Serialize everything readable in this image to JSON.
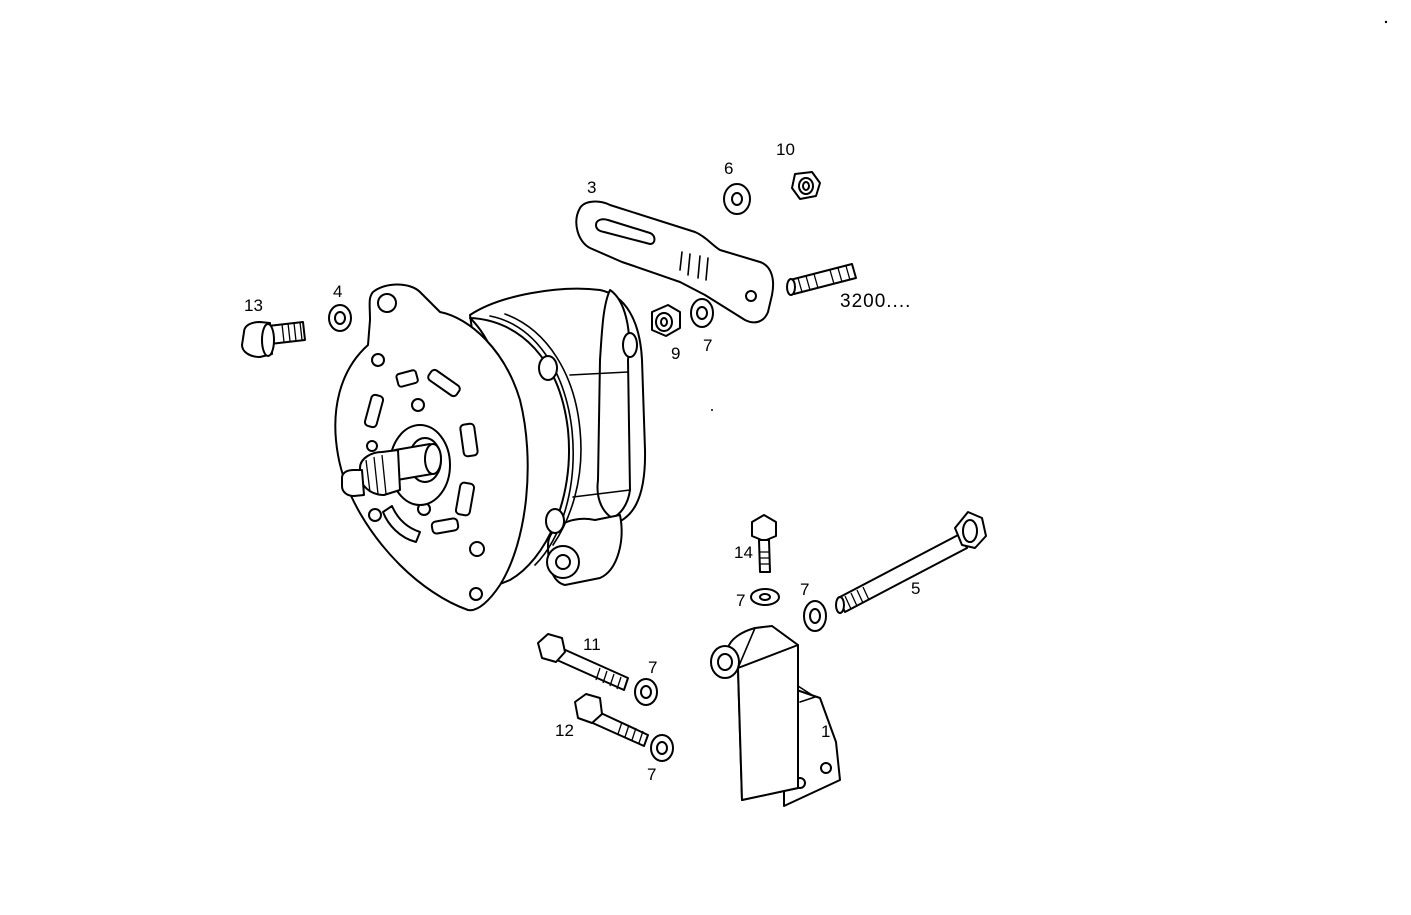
{
  "callouts": {
    "c1": "1",
    "c3": "3",
    "c4": "4",
    "c5": "5",
    "c6": "6",
    "c7a": "7",
    "c7b": "7",
    "c7c": "7",
    "c7d": "7",
    "c7e": "7",
    "c9": "9",
    "c10": "10",
    "c11": "11",
    "c12": "12",
    "c13": "13",
    "c14": "14",
    "ref": "3200...."
  },
  "colors": {
    "line": "#000000",
    "background": "#ffffff"
  }
}
